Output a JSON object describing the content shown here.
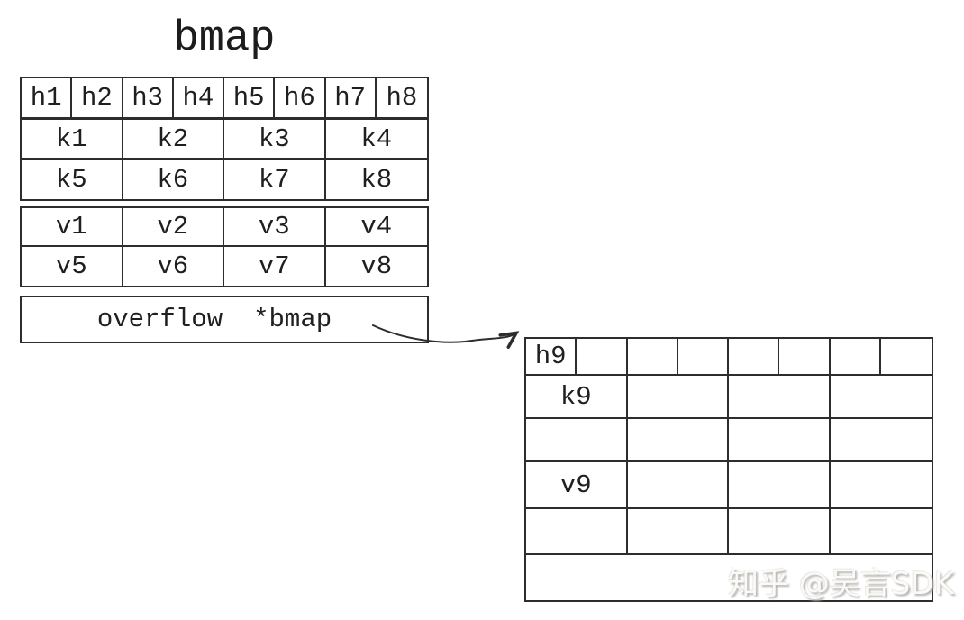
{
  "title": "bmap",
  "left_table": {
    "tophash": [
      "h1",
      "h2",
      "h3",
      "h4",
      "h5",
      "h6",
      "h7",
      "h8"
    ],
    "key_rows": [
      [
        "k1",
        "k2",
        "k3",
        "k4"
      ],
      [
        "k5",
        "k6",
        "k7",
        "k8"
      ]
    ],
    "value_rows": [
      [
        "v1",
        "v2",
        "v3",
        "v4"
      ],
      [
        "v5",
        "v6",
        "v7",
        "v8"
      ]
    ],
    "overflow_label": "overflow",
    "overflow_type": "*bmap"
  },
  "overflow_table": {
    "tophash": [
      "h9",
      "",
      "",
      "",
      "",
      "",
      "",
      ""
    ],
    "key_rows": [
      [
        "k9",
        "",
        "",
        ""
      ],
      [
        "",
        "",
        "",
        ""
      ]
    ],
    "value_rows": [
      [
        "v9",
        "",
        "",
        ""
      ],
      [
        "",
        "",
        "",
        ""
      ]
    ],
    "overflow_row": ""
  },
  "watermark": "知乎 @吴言SDK",
  "colors": {
    "line": "#2d2d2d",
    "text": "#1f1f1f",
    "watermark": "#d8d5d1"
  }
}
